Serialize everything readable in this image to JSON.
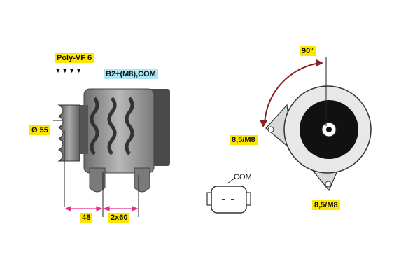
{
  "labels": {
    "pulley": "Poly-VF 6",
    "connection": "B2+(M8),COM",
    "diameter": "Ø 55",
    "dim_48": "48",
    "dim_2x60": "2x60",
    "angle": "90°",
    "mount_left": "8,5/M8",
    "mount_bottom": "8,5/M8",
    "plug": "COM"
  },
  "colors": {
    "label_highlight": "#ffe600",
    "connection_highlight": "#aee6f5",
    "dimension_line": "#e0308a",
    "angle_arc": "#8b2020",
    "body": "#9a9a9a",
    "body_dark": "#555555"
  }
}
